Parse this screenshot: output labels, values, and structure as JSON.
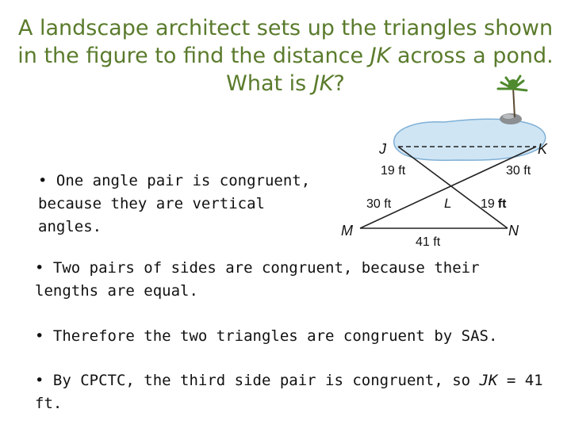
{
  "title": {
    "part1": "A landscape architect sets up the triangles shown in the figure to find the distance ",
    "var1": "JK",
    "part2": " across a pond. What is ",
    "var2": "JK",
    "part3": "?"
  },
  "bullets": {
    "b1": "• One angle pair is congruent, because they are vertical angles.",
    "b2": "• Two pairs of sides are congruent, because their lengths are equal.",
    "b3": "• Therefore the two triangles are congruent by SAS.",
    "b4_part1": "• By CPCTC, the third side pair is congruent, so ",
    "b4_var": "JK",
    "b4_part2": " = 41 ft."
  },
  "figure": {
    "points": {
      "J": "J",
      "K": "K",
      "L": "L",
      "M": "M",
      "N": "N"
    },
    "labels": {
      "jl": "19 ft",
      "kl": "30 ft",
      "ml": "30 ft",
      "nl": "19",
      "nl_unit": "ft",
      "mn": "41 ft"
    }
  },
  "colors": {
    "title": "#5a7b2c",
    "pond": "#cfe5f4",
    "pond_edge": "#7fb0d6",
    "tree": "#4f8a2e"
  }
}
